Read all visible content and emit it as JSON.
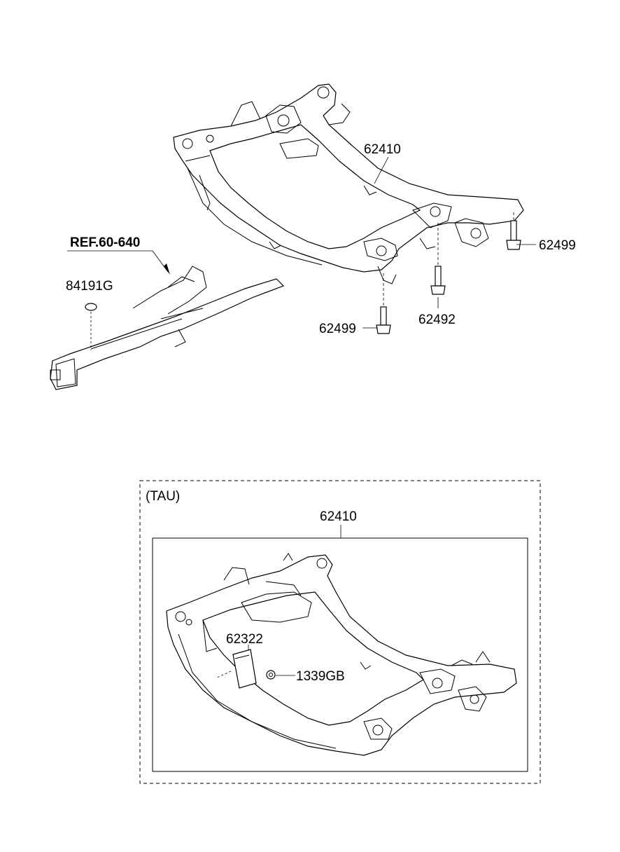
{
  "callouts": {
    "main_subframe": "62410",
    "bolt_right": "62499",
    "bolt_center": "62492",
    "bolt_front": "62499",
    "reference": "REF.60-640",
    "plug": "84191G"
  },
  "tau_box": {
    "title": "(TAU)",
    "subframe": "62410",
    "bracket": "62322",
    "nut": "1339GB"
  }
}
